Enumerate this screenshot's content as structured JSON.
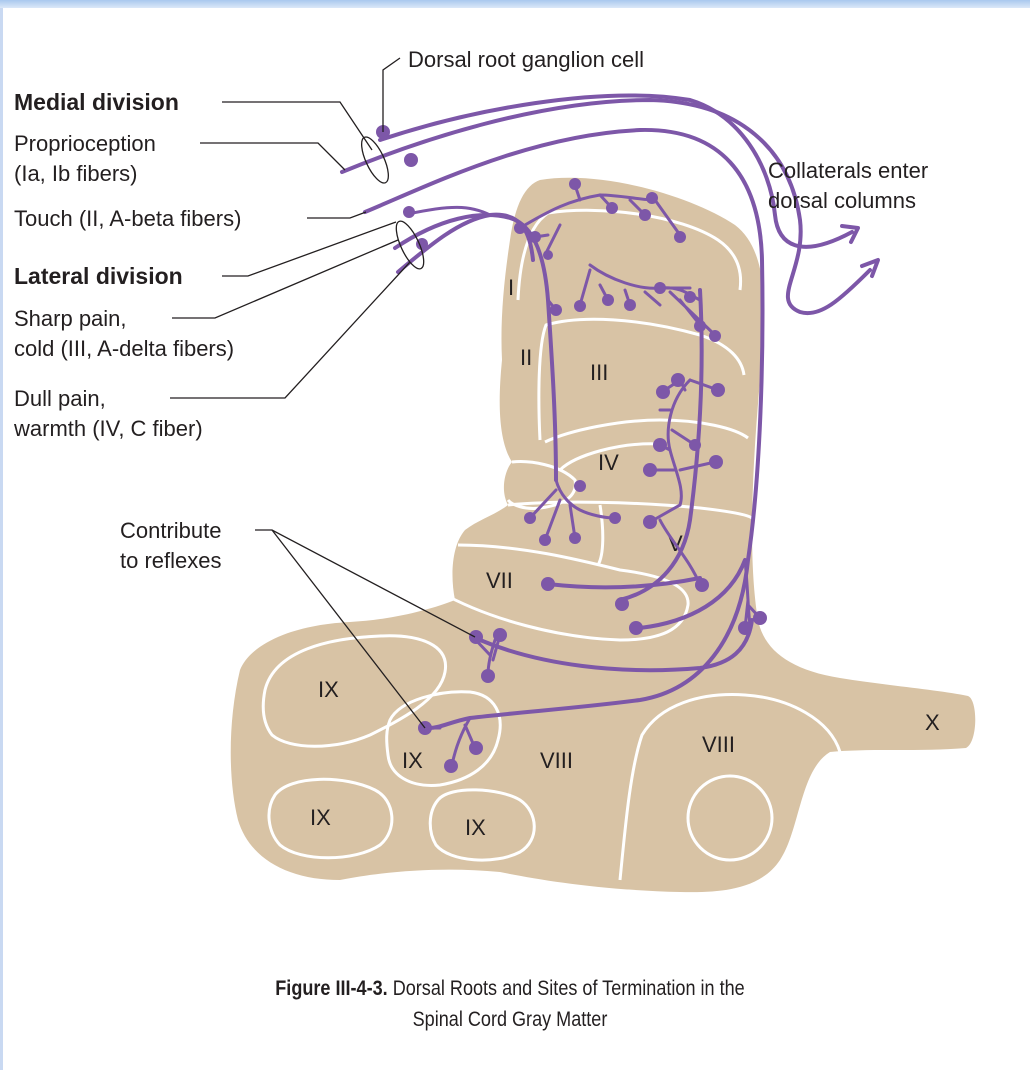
{
  "labels": {
    "dorsal_root_ganglion_cell": "Dorsal root ganglion cell",
    "medial_division": "Medial division",
    "proprioception_1": "Proprioception",
    "proprioception_2": "(Ia, Ib fibers)",
    "touch": "Touch (II, A-beta fibers)",
    "lateral_division": "Lateral division",
    "sharp_pain_1": "Sharp pain,",
    "sharp_pain_2": "cold (III, A-delta fibers)",
    "dull_pain_1": "Dull pain,",
    "dull_pain_2": "warmth (IV, C fiber)",
    "collaterals_1": "Collaterals enter",
    "collaterals_2": "dorsal columns",
    "reflexes_1": "Contribute",
    "reflexes_2": "to reflexes"
  },
  "laminae": {
    "I": "I",
    "II": "II",
    "III": "III",
    "IV": "IV",
    "V": "V",
    "VII": "VII",
    "VIII_medial": "VIII",
    "VIII_lateral": "VIII",
    "IX_upper": "IX",
    "IX_middle": "IX",
    "IX_lower_left": "IX",
    "IX_lower_right": "IX",
    "X": "X"
  },
  "caption": {
    "label": "Figure III-4-3.",
    "line1": "Dorsal Roots and Sites of Termination in the",
    "line2": "Spinal Cord Gray Matter"
  },
  "colors": {
    "gray_matter": "#d8c3a5",
    "fiber": "#7d57a8",
    "lamina_border": "#ffffff"
  }
}
